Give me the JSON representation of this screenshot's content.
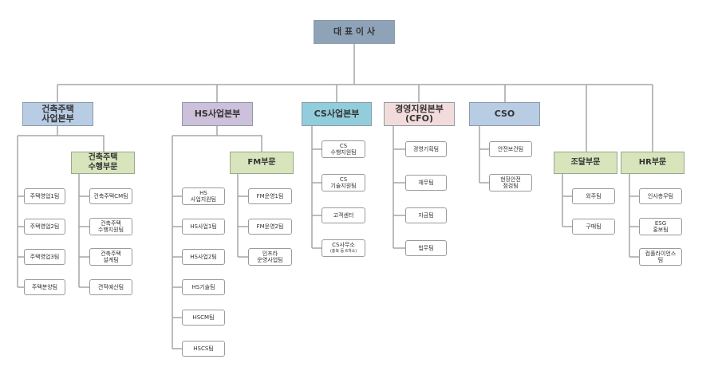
{
  "ceo": "대 표 이 사",
  "d0": {
    "label": "건축주택\n사업본부",
    "teams": [
      "주택영업1팀",
      "주택영업2팀",
      "주택영업3팀",
      "주택분양팀"
    ],
    "sub": {
      "label": "건축주택\n수행부문",
      "teams": [
        "건축주택CM팀",
        "건축주택\n수행지원팀",
        "건축주택\n설계팀",
        "견적예산팀"
      ]
    }
  },
  "d1": {
    "label": "HS사업본부",
    "teams": [
      "HS\n사업지원팀",
      "HS사업1팀",
      "HS사업2팀",
      "HS기술팀",
      "HSCM팀",
      "HSCS팀"
    ],
    "sub": {
      "label": "FM부문",
      "teams": [
        "FM운영1팀",
        "FM운영2팀",
        "인프라\n운영사업팀"
      ]
    }
  },
  "d2": {
    "label": "CS사업본부",
    "teams": [
      "CS\n수행지원팀",
      "CS\n기술지원팀",
      "고객센터",
      "CS사무소"
    ],
    "note": "(충북 등 6개소)"
  },
  "d3": {
    "label": "경영지원본부\n(CFO)",
    "teams": [
      "경영기획팀",
      "재무팀",
      "자금팀",
      "법무팀"
    ]
  },
  "d4": {
    "label": "CSO",
    "teams": [
      "안전보건팀",
      "현장안전\n점검팀"
    ]
  },
  "d5": {
    "label": "조달부문",
    "teams": [
      "외주팀",
      "구매팀"
    ]
  },
  "d6": {
    "label": "HR부문",
    "teams": [
      "인사총무팀",
      "ESG\n홍보팀",
      "컴플라이언스\n팀"
    ]
  },
  "colors": {
    "ceo": "#8ea3b8",
    "d0": "#b8cce4",
    "d1": "#ccc0da",
    "d2": "#92cddc",
    "d3": "#f2dcdb",
    "d4": "#b8cce4",
    "sub": "#d7e4bc"
  }
}
